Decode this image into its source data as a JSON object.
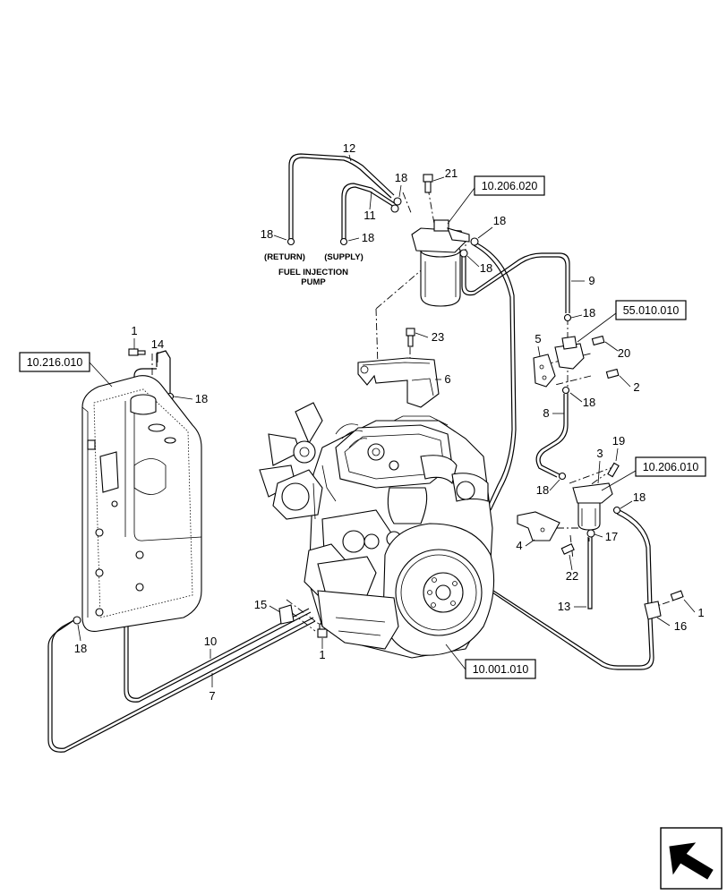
{
  "diagram": {
    "refs": {
      "r10206020": "10.206.020",
      "r55010010": "55.010.010",
      "r10216010": "10.216.010",
      "r10206010": "10.206.010",
      "r10001010": "10.001.010"
    },
    "notes": {
      "return": "(RETURN)",
      "supply": "(SUPPLY)",
      "fip_line1": "FUEL INJECTION",
      "fip_line2": "PUMP"
    },
    "callouts": [
      {
        "id": "c12",
        "text": "12"
      },
      {
        "id": "c21",
        "text": "21"
      },
      {
        "id": "c18a",
        "text": "18"
      },
      {
        "id": "c11",
        "text": "11"
      },
      {
        "id": "c18b",
        "text": "18"
      },
      {
        "id": "c18c",
        "text": "18"
      },
      {
        "id": "c18d",
        "text": "18"
      },
      {
        "id": "c18e",
        "text": "18"
      },
      {
        "id": "c9",
        "text": "9"
      },
      {
        "id": "c18f",
        "text": "18"
      },
      {
        "id": "c23",
        "text": "23"
      },
      {
        "id": "c6",
        "text": "6"
      },
      {
        "id": "c5",
        "text": "5"
      },
      {
        "id": "c20",
        "text": "20"
      },
      {
        "id": "c2",
        "text": "2"
      },
      {
        "id": "c18g",
        "text": "18"
      },
      {
        "id": "c8",
        "text": "8"
      },
      {
        "id": "c1a",
        "text": "1"
      },
      {
        "id": "c14",
        "text": "14"
      },
      {
        "id": "c18h",
        "text": "18"
      },
      {
        "id": "c3",
        "text": "3"
      },
      {
        "id": "c19",
        "text": "19"
      },
      {
        "id": "c18i",
        "text": "18"
      },
      {
        "id": "c18j",
        "text": "18"
      },
      {
        "id": "c4",
        "text": "4"
      },
      {
        "id": "c17",
        "text": "17"
      },
      {
        "id": "c22",
        "text": "22"
      },
      {
        "id": "c13",
        "text": "13"
      },
      {
        "id": "c1b",
        "text": "1"
      },
      {
        "id": "c16",
        "text": "16"
      },
      {
        "id": "c15",
        "text": "15"
      },
      {
        "id": "c10",
        "text": "10"
      },
      {
        "id": "c7",
        "text": "7"
      },
      {
        "id": "c1c",
        "text": "1"
      },
      {
        "id": "c18k",
        "text": "18"
      }
    ]
  }
}
